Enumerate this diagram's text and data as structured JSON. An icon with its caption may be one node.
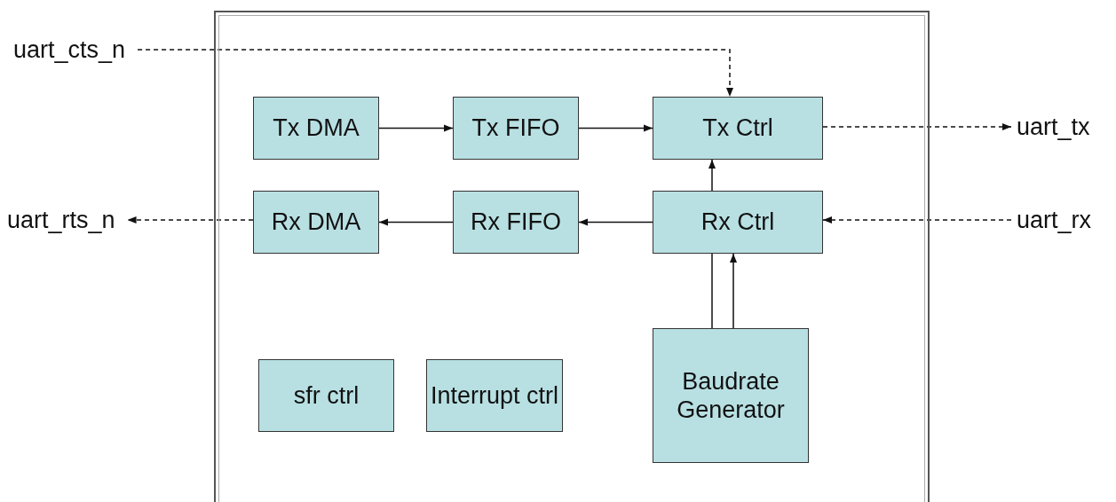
{
  "diagram": {
    "nodes": [
      {
        "text": [],
        "shape": "box"
      },
      {
        "text": [
          "Tx DMA"
        ],
        "in": 0
      },
      {
        "text": [
          "Tx FIFO"
        ],
        "in": 0
      },
      {
        "text": [
          "Tx Ctrl"
        ],
        "in": 0
      },
      {
        "text": [
          "Rx DMA"
        ],
        "in": 0
      },
      {
        "text": [
          "Rx FIFO"
        ],
        "in": 0
      },
      {
        "text": [
          "Rx Ctrl"
        ],
        "in": 0
      },
      {
        "text": [
          "sfr ctrl"
        ],
        "in": 0
      },
      {
        "text": [
          "Interrupt ctrl"
        ],
        "in": 0
      },
      {
        "text": [
          "Baudrate Generator"
        ],
        "in": 0
      },
      {
        "text": [
          "uart_cts_n"
        ]
      },
      {
        "text": [
          "uart_tx"
        ]
      },
      {
        "text": [
          "uart_rts_n"
        ]
      },
      {
        "text": [
          "uart_rx"
        ]
      }
    ],
    "edges": [
      {
        "from": 1,
        "to": 2,
        "arrow": "to"
      },
      {
        "from": 2,
        "to": 3,
        "arrow": "to"
      },
      {
        "from": 5,
        "to": 4,
        "arrow": "to"
      },
      {
        "from": 6,
        "to": 5,
        "arrow": "to"
      },
      {
        "from": 6,
        "to": 3,
        "arrow": "to"
      },
      {
        "from": 9,
        "to": 6,
        "arrow": "none"
      },
      {
        "from": 9,
        "to": 6,
        "arrow": "to"
      },
      {
        "from": 10,
        "to": 3,
        "arrow": "to",
        "style": "dashed"
      },
      {
        "from": 3,
        "to": 11,
        "arrow": "to",
        "style": "dashed"
      },
      {
        "from": 4,
        "to": 12,
        "arrow": "to",
        "style": "dashed"
      },
      {
        "from": 13,
        "to": 6,
        "arrow": "to",
        "style": "dashed"
      }
    ]
  }
}
